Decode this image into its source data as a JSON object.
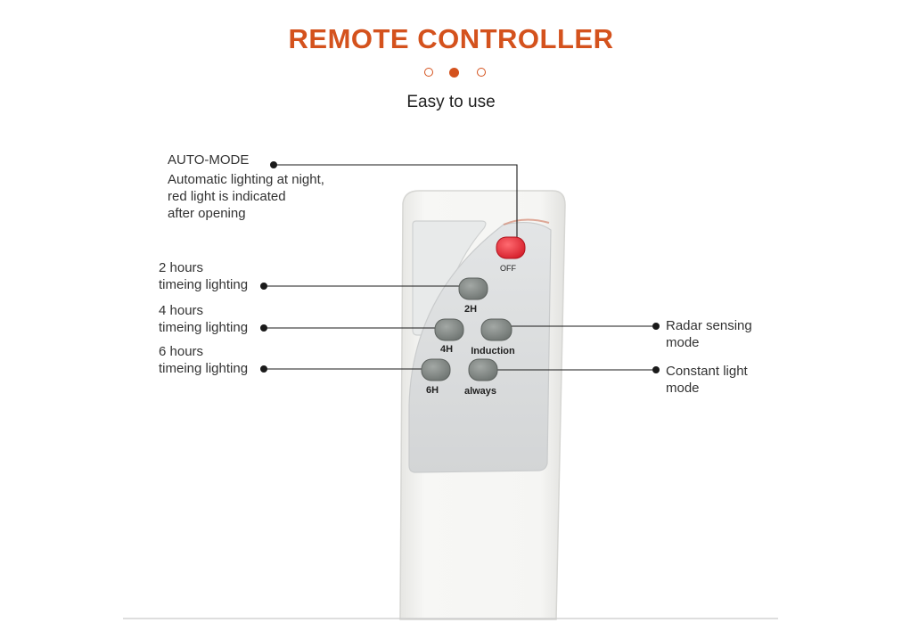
{
  "header": {
    "title": "REMOTE CONTROLLER",
    "subtitle": "Easy to use"
  },
  "colors": {
    "accent": "#d4521d",
    "off_button": "#e5343e",
    "gray_button": "#8b918d",
    "remote_body": "#f1f1ef",
    "remote_panel": "#d9dbdc"
  },
  "callouts": {
    "auto_mode": {
      "heading": "AUTO-MODE",
      "line1": "Automatic lighting at night,",
      "line2": "red light is indicated",
      "line3": "after opening"
    },
    "two_hours": {
      "line1": "2 hours",
      "line2": "timeing lighting"
    },
    "four_hours": {
      "line1": "4 hours",
      "line2": "timeing lighting"
    },
    "six_hours": {
      "line1": "6 hours",
      "line2": "timeing lighting"
    },
    "radar": {
      "line1": "Radar sensing",
      "line2": "mode"
    },
    "constant": {
      "line1": "Constant light",
      "line2": "mode"
    }
  },
  "buttons": {
    "off": "OFF",
    "two_h": "2H",
    "four_h": "4H",
    "induction": "Induction",
    "six_h": "6H",
    "always": "always"
  }
}
